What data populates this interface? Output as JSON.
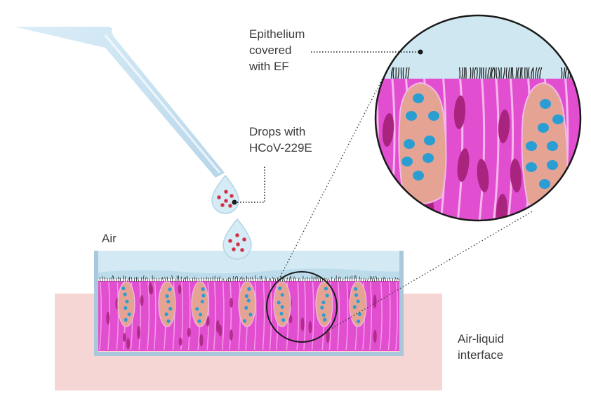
{
  "labels": {
    "epithelium": "Epithelium\ncovered\nwith EF",
    "drops": "Drops with\nHCoV-229E",
    "air": "Air",
    "air_liquid": "Air-liquid\ninterface"
  },
  "colors": {
    "insert_pink": "#f6d6d4",
    "fluid": "#cfe7f1",
    "well_border": "#a9c8dc",
    "cell_magenta": "#e14fd0",
    "cell_edge": "#f59be6",
    "goblet_fill": "#e5a493",
    "droplet_blue": "#2a9ed3",
    "nucleus": "#a8247f",
    "virus_red": "#d12035",
    "pipette": "#cde4f2"
  }
}
